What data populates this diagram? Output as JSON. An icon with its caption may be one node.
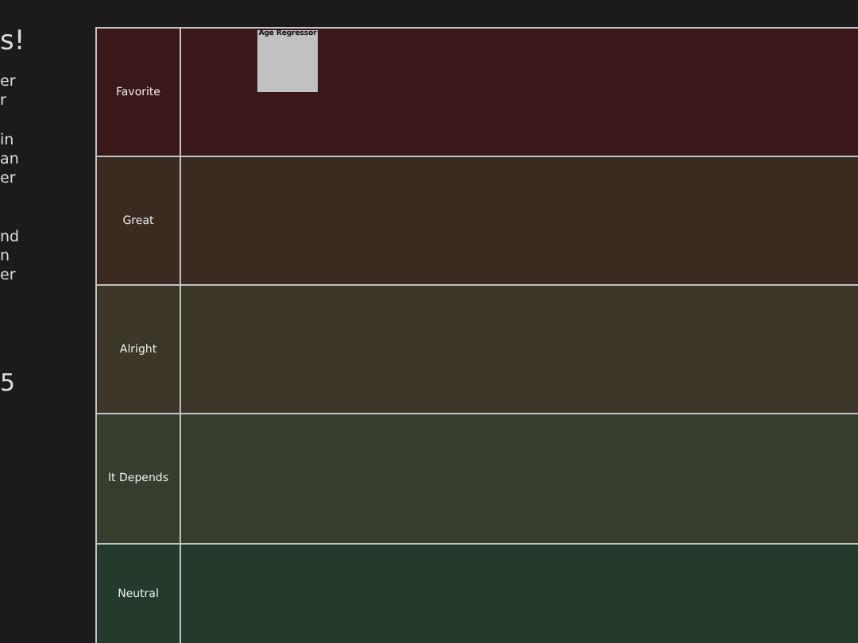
{
  "diagram": {
    "nodes": [
      {
        "text": [
          "Favorite"
        ]
      },
      {
        "text": [
          "Age Regressor"
        ],
        "in": 0
      },
      {
        "text": [
          "Great"
        ]
      },
      {
        "text": [
          "Alright"
        ]
      },
      {
        "text": [
          "It Depends"
        ]
      },
      {
        "text": [
          "Neutral"
        ]
      }
    ],
    "edges": [],
    "labels": [
      "s!",
      "er r",
      "in an er",
      "nd n er",
      "5"
    ]
  }
}
